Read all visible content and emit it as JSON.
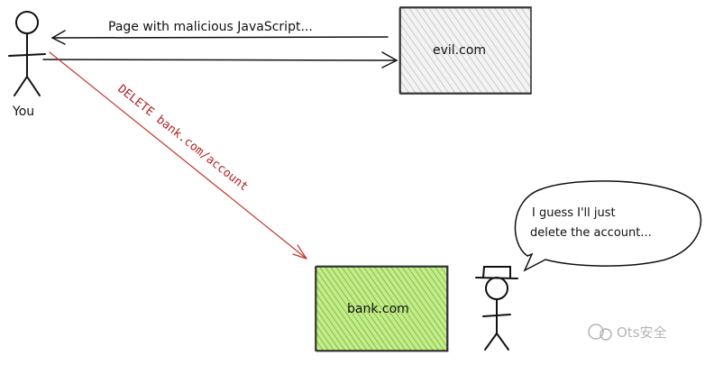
{
  "actors": {
    "you": {
      "label": "You"
    }
  },
  "nodes": {
    "evil": {
      "label": "evil.com",
      "fill": "#e9e9e9",
      "stroke": "#222222"
    },
    "bank": {
      "label": "bank.com",
      "fill": "#a6e05a",
      "stroke": "#222222"
    }
  },
  "edges": {
    "page_with_js": {
      "label": "Page with malicious JavaScript..."
    },
    "delete_request": {
      "label": "DELETE bank.com/account",
      "color": "#c0392b"
    }
  },
  "speech_bubble": {
    "line1": "I guess I'll just",
    "line2": "delete the account..."
  },
  "watermark": {
    "text": "Ots安全"
  }
}
